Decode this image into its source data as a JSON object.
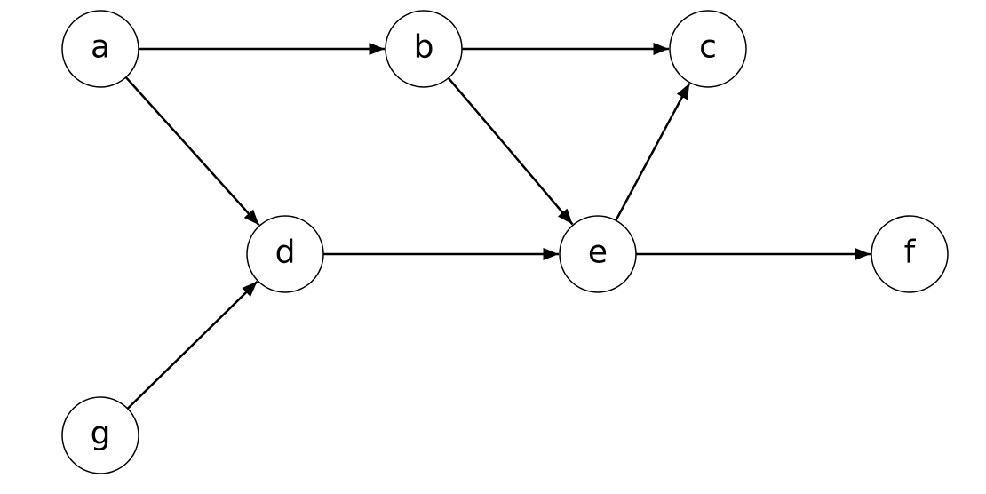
{
  "nodes": [
    {
      "id": "a",
      "label": "a"
    },
    {
      "id": "b",
      "label": "b"
    },
    {
      "id": "c",
      "label": "c"
    },
    {
      "id": "d",
      "label": "d"
    },
    {
      "id": "e",
      "label": "e"
    },
    {
      "id": "f",
      "label": "f"
    },
    {
      "id": "g",
      "label": "g"
    }
  ],
  "edges": [
    {
      "from": "a",
      "to": "b"
    },
    {
      "from": "b",
      "to": "c"
    },
    {
      "from": "a",
      "to": "d"
    },
    {
      "from": "b",
      "to": "e"
    },
    {
      "from": "e",
      "to": "c"
    },
    {
      "from": "d",
      "to": "e"
    },
    {
      "from": "e",
      "to": "f"
    },
    {
      "from": "g",
      "to": "d"
    }
  ],
  "colors": {
    "stroke": "#000000",
    "fill": "#ffffff",
    "background": "#ffffff"
  }
}
